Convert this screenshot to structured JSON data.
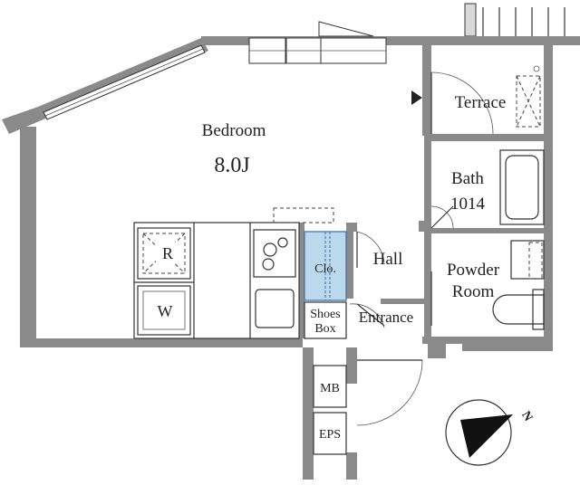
{
  "rooms": {
    "bedroom": "Bedroom",
    "bedroom_size": "8.0J",
    "terrace": "Terrace",
    "bath": "Bath",
    "bath_size": "1014",
    "hall": "Hall",
    "powder_room_line1": "Powder",
    "powder_room_line2": "Room",
    "closet": "Clo.",
    "shoes_box_line1": "Shoes",
    "shoes_box_line2": "Box",
    "entrance": "Entrance",
    "mb": "MB",
    "eps": "EPS"
  },
  "appliances": {
    "refrigerator": "R",
    "washer": "W"
  },
  "compass": {
    "north": "N"
  },
  "colors": {
    "wall": "#8a8a8a",
    "closet_fill": "#bcd8ec",
    "closet_stroke": "#3a6ea5"
  }
}
